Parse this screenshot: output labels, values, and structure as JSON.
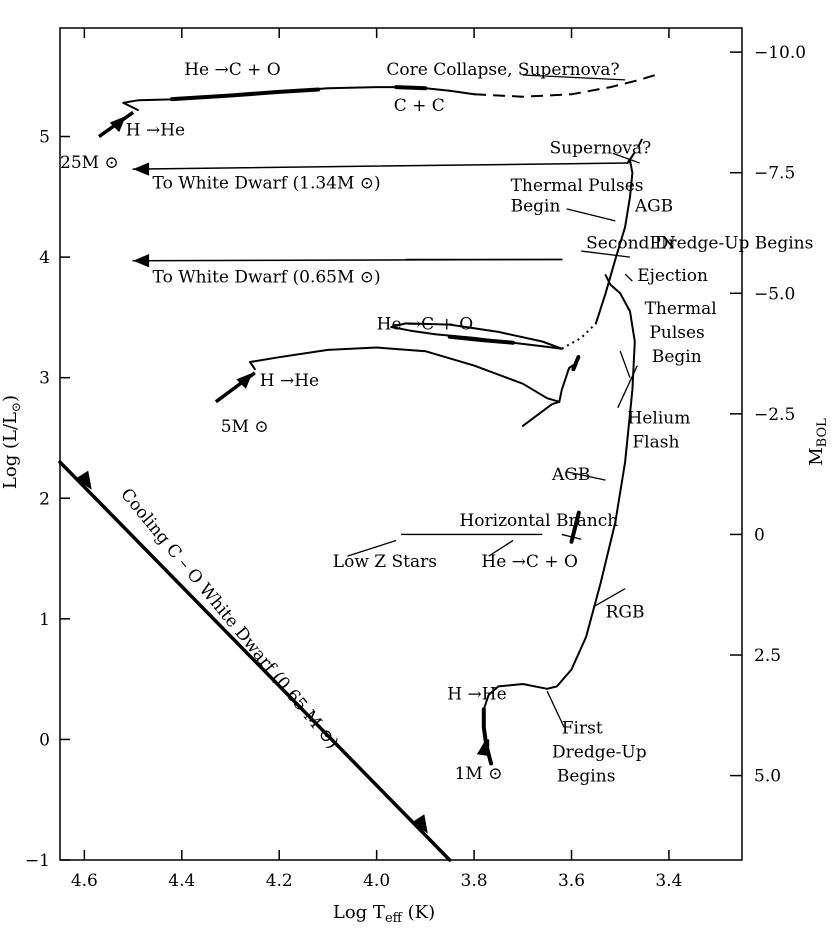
{
  "chart_data": {
    "type": "line",
    "xlabel": "Log T",
    "xlabel_sub": "eff",
    "xlabel_unit": " (K)",
    "ylabel": "Log (L/L",
    "ylabel_sub": "⊙",
    "ylabel_close": ")",
    "y2label": "M",
    "y2label_sub": "BOL",
    "xlim": [
      4.65,
      3.25
    ],
    "ylim": [
      -1,
      5.9
    ],
    "x_ticks": [
      {
        "value": 4.6,
        "label": "4.6"
      },
      {
        "value": 4.4,
        "label": "4.4"
      },
      {
        "value": 4.2,
        "label": "4.2"
      },
      {
        "value": 4.0,
        "label": "4.0"
      },
      {
        "value": 3.8,
        "label": "3.8"
      },
      {
        "value": 3.6,
        "label": "3.6"
      },
      {
        "value": 3.4,
        "label": "3.4"
      }
    ],
    "y_ticks": [
      {
        "value": 5,
        "label": "5"
      },
      {
        "value": 4,
        "label": "4"
      },
      {
        "value": 3,
        "label": "3"
      },
      {
        "value": 2,
        "label": "2"
      },
      {
        "value": 1,
        "label": "1"
      },
      {
        "value": 0,
        "label": "0"
      },
      {
        "value": -1,
        "label": "−1"
      }
    ],
    "y2_ticks": [
      {
        "value": 5.7,
        "label": "−10.0"
      },
      {
        "value": 4.7,
        "label": "−7.5"
      },
      {
        "value": 3.7,
        "label": "−5.0"
      },
      {
        "value": 2.7,
        "label": "−2.5"
      },
      {
        "value": 1.7,
        "label": "0"
      },
      {
        "value": 0.7,
        "label": "2.5"
      },
      {
        "value": -0.3,
        "label": "5.0"
      }
    ],
    "series": [
      {
        "mass": "25",
        "segments": [
          {
            "style": "solid",
            "width": 2,
            "points": [
              [
                4.49,
                5.22
              ],
              [
                4.52,
                5.28
              ],
              [
                4.49,
                5.3
              ],
              [
                4.4,
                5.31
              ],
              [
                4.3,
                5.34
              ],
              [
                4.2,
                5.37
              ],
              [
                4.1,
                5.4
              ],
              [
                4.0,
                5.41
              ],
              [
                3.94,
                5.41
              ],
              [
                3.9,
                5.4
              ],
              [
                3.85,
                5.38
              ],
              [
                3.8,
                5.35
              ]
            ]
          },
          {
            "style": "thick",
            "width": 4,
            "points": [
              [
                4.42,
                5.31
              ],
              [
                4.3,
                5.34
              ],
              [
                4.2,
                5.37
              ],
              [
                4.12,
                5.39
              ]
            ]
          },
          {
            "style": "thick",
            "width": 4,
            "points": [
              [
                3.96,
                5.41
              ],
              [
                3.9,
                5.4
              ]
            ]
          },
          {
            "style": "dashed",
            "width": 2,
            "points": [
              [
                3.8,
                5.35
              ],
              [
                3.7,
                5.33
              ],
              [
                3.6,
                5.35
              ],
              [
                3.52,
                5.41
              ],
              [
                3.46,
                5.47
              ],
              [
                3.42,
                5.52
              ]
            ]
          }
        ]
      },
      {
        "mass": "5",
        "segments": [
          {
            "style": "solid",
            "width": 2,
            "points": [
              [
                4.25,
                3.07
              ],
              [
                4.26,
                3.13
              ],
              [
                4.2,
                3.17
              ],
              [
                4.1,
                3.23
              ],
              [
                4.0,
                3.25
              ],
              [
                3.9,
                3.22
              ],
              [
                3.8,
                3.1
              ],
              [
                3.7,
                2.95
              ],
              [
                3.65,
                2.83
              ],
              [
                3.625,
                2.8
              ],
              [
                3.62,
                2.9
              ],
              [
                3.605,
                3.08
              ],
              [
                3.59,
                3.12
              ],
              [
                3.585,
                3.18
              ]
            ]
          },
          {
            "style": "solid",
            "width": 2,
            "points": [
              [
                3.625,
                2.8
              ],
              [
                3.64,
                2.78
              ],
              [
                3.67,
                2.69
              ],
              [
                3.7,
                2.6
              ]
            ]
          },
          {
            "style": "solid",
            "width": 2,
            "points": [
              [
                3.62,
                3.24
              ],
              [
                3.66,
                3.26
              ],
              [
                3.72,
                3.29
              ],
              [
                3.8,
                3.33
              ],
              [
                3.88,
                3.36
              ],
              [
                3.93,
                3.39
              ],
              [
                3.97,
                3.42
              ],
              [
                3.94,
                3.45
              ],
              [
                3.85,
                3.44
              ],
              [
                3.75,
                3.38
              ],
              [
                3.66,
                3.3
              ],
              [
                3.62,
                3.24
              ]
            ]
          },
          {
            "style": "thick",
            "width": 4,
            "points": [
              [
                3.85,
                3.34
              ],
              [
                3.78,
                3.31
              ],
              [
                3.72,
                3.29
              ]
            ]
          },
          {
            "style": "thick",
            "width": 4,
            "points": [
              [
                3.596,
                3.07
              ],
              [
                3.586,
                3.17
              ]
            ]
          },
          {
            "style": "dotted",
            "width": 2,
            "points": [
              [
                3.62,
                3.24
              ],
              [
                3.58,
                3.33
              ],
              [
                3.55,
                3.45
              ]
            ]
          },
          {
            "style": "solid",
            "width": 2,
            "points": [
              [
                3.55,
                3.45
              ],
              [
                3.53,
                3.7
              ],
              [
                3.51,
                3.98
              ],
              [
                3.49,
                4.25
              ],
              [
                3.48,
                4.5
              ],
              [
                3.475,
                4.7
              ],
              [
                3.48,
                4.8
              ],
              [
                3.485,
                4.78
              ]
            ]
          },
          {
            "style": "dashed",
            "width": 2,
            "points": [
              [
                3.485,
                4.78
              ],
              [
                3.465,
                4.9
              ],
              [
                3.455,
                4.98
              ]
            ]
          }
        ]
      },
      {
        "mass": "1",
        "segments": [
          {
            "style": "solid",
            "width": 2,
            "points": [
              [
                3.765,
                -0.2
              ],
              [
                3.775,
                -0.05
              ],
              [
                3.78,
                0.1
              ],
              [
                3.78,
                0.25
              ],
              [
                3.77,
                0.37
              ],
              [
                3.75,
                0.44
              ],
              [
                3.7,
                0.46
              ],
              [
                3.65,
                0.42
              ],
              [
                3.63,
                0.44
              ],
              [
                3.6,
                0.58
              ],
              [
                3.57,
                0.85
              ],
              [
                3.54,
                1.3
              ],
              [
                3.51,
                1.8
              ],
              [
                3.49,
                2.3
              ],
              [
                3.475,
                2.9
              ],
              [
                3.47,
                3.3
              ],
              [
                3.48,
                3.55
              ],
              [
                3.5,
                3.7
              ],
              [
                3.52,
                3.77
              ],
              [
                3.53,
                3.85
              ]
            ]
          },
          {
            "style": "thick",
            "width": 4,
            "points": [
              [
                3.765,
                -0.2
              ],
              [
                3.775,
                -0.05
              ],
              [
                3.78,
                0.1
              ],
              [
                3.78,
                0.25
              ]
            ]
          },
          {
            "style": "thick",
            "width": 4,
            "points": [
              [
                3.6,
                1.64
              ],
              [
                3.585,
                1.88
              ]
            ]
          }
        ]
      },
      {
        "mass": "wd",
        "segments": [
          {
            "style": "bold",
            "width": 3.5,
            "points": [
              [
                4.65,
                2.3
              ],
              [
                3.85,
                -1.0
              ]
            ]
          }
        ]
      },
      {
        "mass": "arrows",
        "segments": [
          {
            "style": "thin",
            "width": 1.5,
            "points": [
              [
                3.485,
                4.78
              ],
              [
                4.5,
                4.73
              ]
            ]
          },
          {
            "style": "thin",
            "width": 1.5,
            "points": [
              [
                3.62,
                3.98
              ],
              [
                4.5,
                3.97
              ]
            ]
          },
          {
            "style": "thin",
            "width": 1.5,
            "points": [
              [
                3.94,
                3.98
              ],
              [
                3.62,
                3.98
              ]
            ]
          }
        ]
      }
    ],
    "annotations": [
      {
        "text": "He →C + O",
        "x": 4.395,
        "y": 5.51
      },
      {
        "text": "Core Collapse, Supernova?",
        "x": 3.98,
        "y": 5.51
      },
      {
        "text": "C + C",
        "x": 3.965,
        "y": 5.21
      },
      {
        "text": "H →He",
        "x": 4.515,
        "y": 5.01
      },
      {
        "text": "25M ⊙",
        "x": 4.65,
        "y": 4.74
      },
      {
        "text": "Supernova?",
        "x": 3.645,
        "y": 4.86
      },
      {
        "text": "To White Dwarf (1.34M ⊙)",
        "x": 4.46,
        "y": 4.57
      },
      {
        "text": "Thermal Pulses",
        "x": 3.725,
        "y": 4.55
      },
      {
        "text": "Begin",
        "x": 3.725,
        "y": 4.38
      },
      {
        "text": "AGB",
        "x": 3.47,
        "y": 4.38
      },
      {
        "text": "Second Dredge-Up Begins",
        "x": 3.57,
        "y": 4.07
      },
      {
        "text": "PN",
        "x": 3.44,
        "y": 4.07
      },
      {
        "text": "To White Dwarf (0.65M ⊙)",
        "x": 4.46,
        "y": 3.79
      },
      {
        "text": "Ejection",
        "x": 3.465,
        "y": 3.8
      },
      {
        "text": "He →C + O",
        "x": 4.0,
        "y": 3.4
      },
      {
        "text": "Thermal",
        "x": 3.45,
        "y": 3.53
      },
      {
        "text": "Pulses",
        "x": 3.44,
        "y": 3.33
      },
      {
        "text": "Begin",
        "x": 3.435,
        "y": 3.13
      },
      {
        "text": "H →He",
        "x": 4.24,
        "y": 2.93
      },
      {
        "text": "5M ⊙",
        "x": 4.32,
        "y": 2.55
      },
      {
        "text": "Helium",
        "x": 3.485,
        "y": 2.62
      },
      {
        "text": "Flash",
        "x": 3.475,
        "y": 2.42
      },
      {
        "text": "AGB",
        "x": 3.64,
        "y": 2.15
      },
      {
        "text": "Horizontal Branch",
        "x": 3.83,
        "y": 1.77
      },
      {
        "text": "Low Z Stars",
        "x": 4.09,
        "y": 1.43
      },
      {
        "text": "He →C + O",
        "x": 3.785,
        "y": 1.43
      },
      {
        "text": "RGB",
        "x": 3.53,
        "y": 1.01
      },
      {
        "text": "H →He",
        "x": 3.855,
        "y": 0.33
      },
      {
        "text": "First",
        "x": 3.62,
        "y": 0.05
      },
      {
        "text": "Dredge-Up",
        "x": 3.64,
        "y": -0.15
      },
      {
        "text": "Begins",
        "x": 3.63,
        "y": -0.35
      },
      {
        "text": "1M ⊙",
        "x": 3.84,
        "y": -0.33
      }
    ],
    "white_dwarf_label": "Cooling C – O White Dwarf (0.65 M ⊙)"
  }
}
